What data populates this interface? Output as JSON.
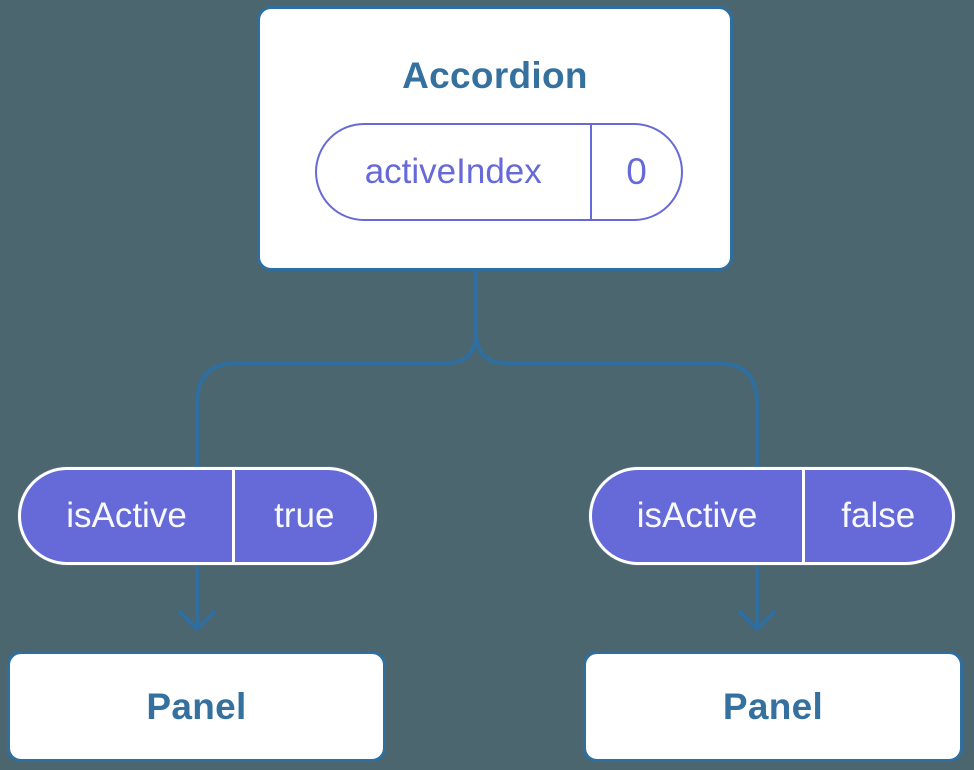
{
  "diagram": {
    "kind": "react-component-state-tree",
    "accordion": {
      "title": "Accordion",
      "state_pill": {
        "name": "activeIndex",
        "value": "0"
      }
    },
    "children": [
      {
        "prop_pill": {
          "name": "isActive",
          "value": "true"
        },
        "panel": {
          "title": "Panel"
        }
      },
      {
        "prop_pill": {
          "name": "isActive",
          "value": "false"
        },
        "panel": {
          "title": "Panel"
        }
      }
    ],
    "colors": {
      "background": "#4c6670",
      "node_fill": "#ffffff",
      "node_border": "#2e6f9f",
      "connector": "#2e6f9f",
      "title_text": "#35719f",
      "purple": "#666ad8",
      "pill_text_light": "#f8f9ff"
    }
  }
}
